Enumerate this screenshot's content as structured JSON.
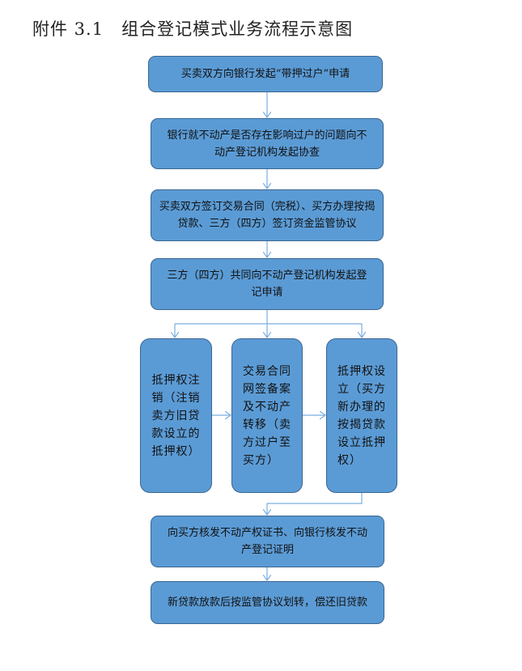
{
  "title": {
    "number": "附件 3.1",
    "text": "组合登记模式业务流程示意图"
  },
  "steps": [
    "买卖双方向银行发起“带押过户”申请",
    "银行就不动产是否存在影响过户的问题向不动产登记机构发起协查",
    "买卖双方签订交易合同（完税）、买方办理按揭贷款、三方（四方）签订资金监管协议",
    "三方（四方）共同向不动产登记机构发起登记申请",
    "向买方核发不动产权证书、向银行核发不动产登记证明",
    "新贷款放款后按监管协议划转，偿还旧贷款"
  ],
  "parallel_steps": [
    "抵押权注销（注销卖方旧贷款设立的抵押权）",
    "交易合同网签备案及不动产转移（卖方过户至买方）",
    "抵押权设立（买方新办理的按揭贷款设立抵押权）"
  ],
  "colors": {
    "box_fill": "#5b9bd5",
    "box_border": "#3a6591",
    "arrow": "#7aaee0"
  }
}
